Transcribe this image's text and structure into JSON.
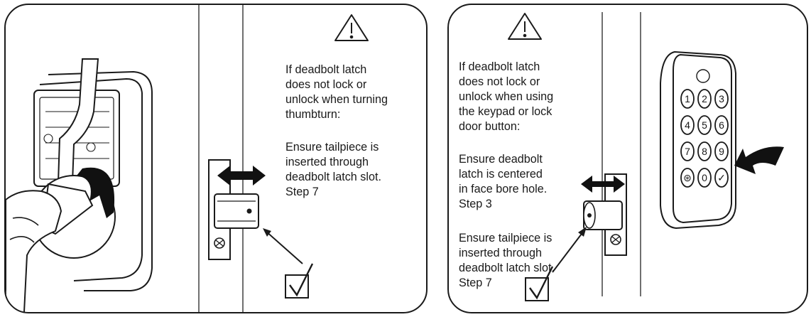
{
  "left_panel": {
    "title": "If deadbolt latch\ndoes not lock or\nunlock when turning\nthumbturn:",
    "instruction": "Ensure tailpiece is\ninserted through\ndeadbolt latch slot.\nStep 7",
    "warning_icon": "warning-triangle-icon",
    "check_icon": "checkbox-checked-icon"
  },
  "right_panel": {
    "title": "If deadbolt latch\ndoes not lock or\nunlock when using\nthe keypad or lock\ndoor button:",
    "instruction_1": "Ensure deadbolt\nlatch is centered\nin face bore hole.\nStep 3",
    "instruction_2": "Ensure tailpiece is\ninserted through\ndeadbolt latch slot.\nStep 7",
    "warning_icon": "warning-triangle-icon",
    "check_icon": "checkbox-checked-icon",
    "keypad_keys": [
      "1",
      "2",
      "3",
      "4",
      "5",
      "6",
      "7",
      "8",
      "9",
      "⊛",
      "0",
      "✓"
    ]
  }
}
